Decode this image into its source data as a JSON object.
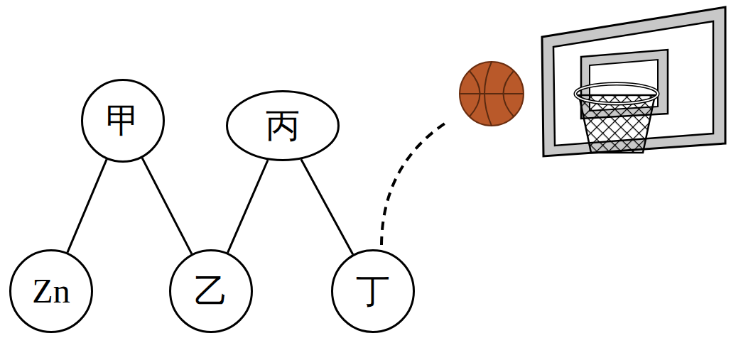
{
  "diagram": {
    "nodes": [
      {
        "text": [
          "甲"
        ]
      },
      {
        "text": [
          "丙"
        ]
      },
      {
        "text": [
          "Zn"
        ]
      },
      {
        "text": [
          "乙"
        ]
      },
      {
        "text": [
          "丁"
        ]
      }
    ],
    "edges": [
      {
        "from": 0,
        "to": 2,
        "arrow": "none"
      },
      {
        "from": 0,
        "to": 3,
        "arrow": "none"
      },
      {
        "from": 1,
        "to": 3,
        "arrow": "none"
      },
      {
        "from": 1,
        "to": 4,
        "arrow": "none"
      }
    ]
  }
}
